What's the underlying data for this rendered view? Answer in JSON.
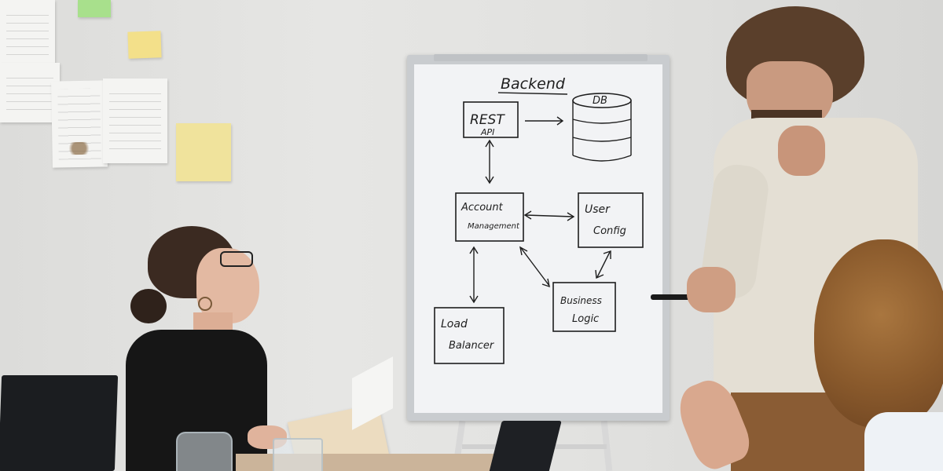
{
  "whiteboard": {
    "title": "Backend",
    "nodes": {
      "rest_api": [
        "REST",
        "API"
      ],
      "db": "DB",
      "account_management": [
        "Account",
        "Management"
      ],
      "user_config": [
        "User",
        "Config"
      ],
      "load_balancer": [
        "Load",
        "Balancer"
      ],
      "business_logic": [
        "Business",
        "Logic"
      ]
    }
  },
  "colors": {
    "wall": "#e2e2e0",
    "board": "#f2f3f5",
    "ink": "#1e1e1e",
    "sticky_yellow": "#f3e08a",
    "sticky_green": "#a8e08c",
    "shirt_black": "#161616",
    "linen_shirt": "#e4dfd4"
  }
}
